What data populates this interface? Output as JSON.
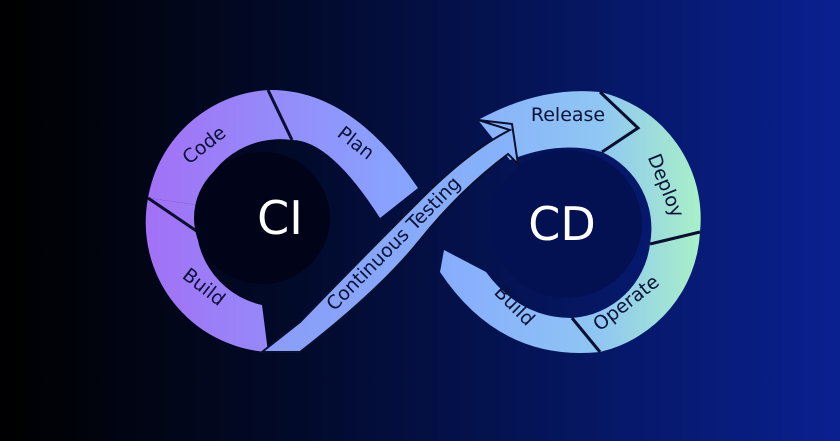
{
  "diagram": {
    "left_loop_label": "CI",
    "right_loop_label": "CD",
    "stages": {
      "code": "Code",
      "plan": "Plan",
      "build_ci": "Build",
      "continuous_testing": "Continuous Testing",
      "release": "Release",
      "deploy": "Deploy",
      "operate": "Operate",
      "build_cd": "Build"
    }
  },
  "colors": {
    "background_dark": "#000000",
    "background_blue": "#0a2090",
    "gradient_purple": "#a36ff5",
    "gradient_blue": "#86a8ff",
    "gradient_green": "#a8f0c8",
    "label_text": "#0b1238",
    "center_text": "#ffffff"
  }
}
